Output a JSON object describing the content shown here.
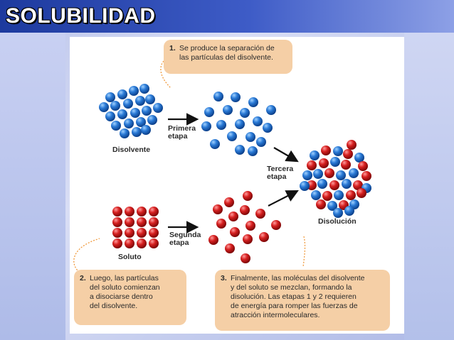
{
  "title": "SOLUBILIDAD",
  "colors": {
    "solvent": "#1f6bc7",
    "solute": "#d21f1f",
    "box": "#f5cfa6",
    "title_bar": "#2b4bb5"
  },
  "labels": {
    "solvent": "Disolvente",
    "solute": "Soluto",
    "solution": "Disolución",
    "first_stage": "Primera\netapa",
    "second_stage": "Segunda\netapa",
    "third_stage": "Tercera\netapa"
  },
  "steps": [
    {
      "number": "1.",
      "text": "Se produce la separación de\nlas partículas del disolvente."
    },
    {
      "number": "2.",
      "text": "Luego, las partículas\ndel soluto comienzan\na disociarse dentro\ndel disolvente."
    },
    {
      "number": "3.",
      "text": "Finalmente, las moléculas del disolvente\ny del soluto se mezclan, formando la\ndisolución. Las etapas 1 y 2 requieren\nde energía para romper las fuerzas de\natracción intermoleculares."
    }
  ]
}
